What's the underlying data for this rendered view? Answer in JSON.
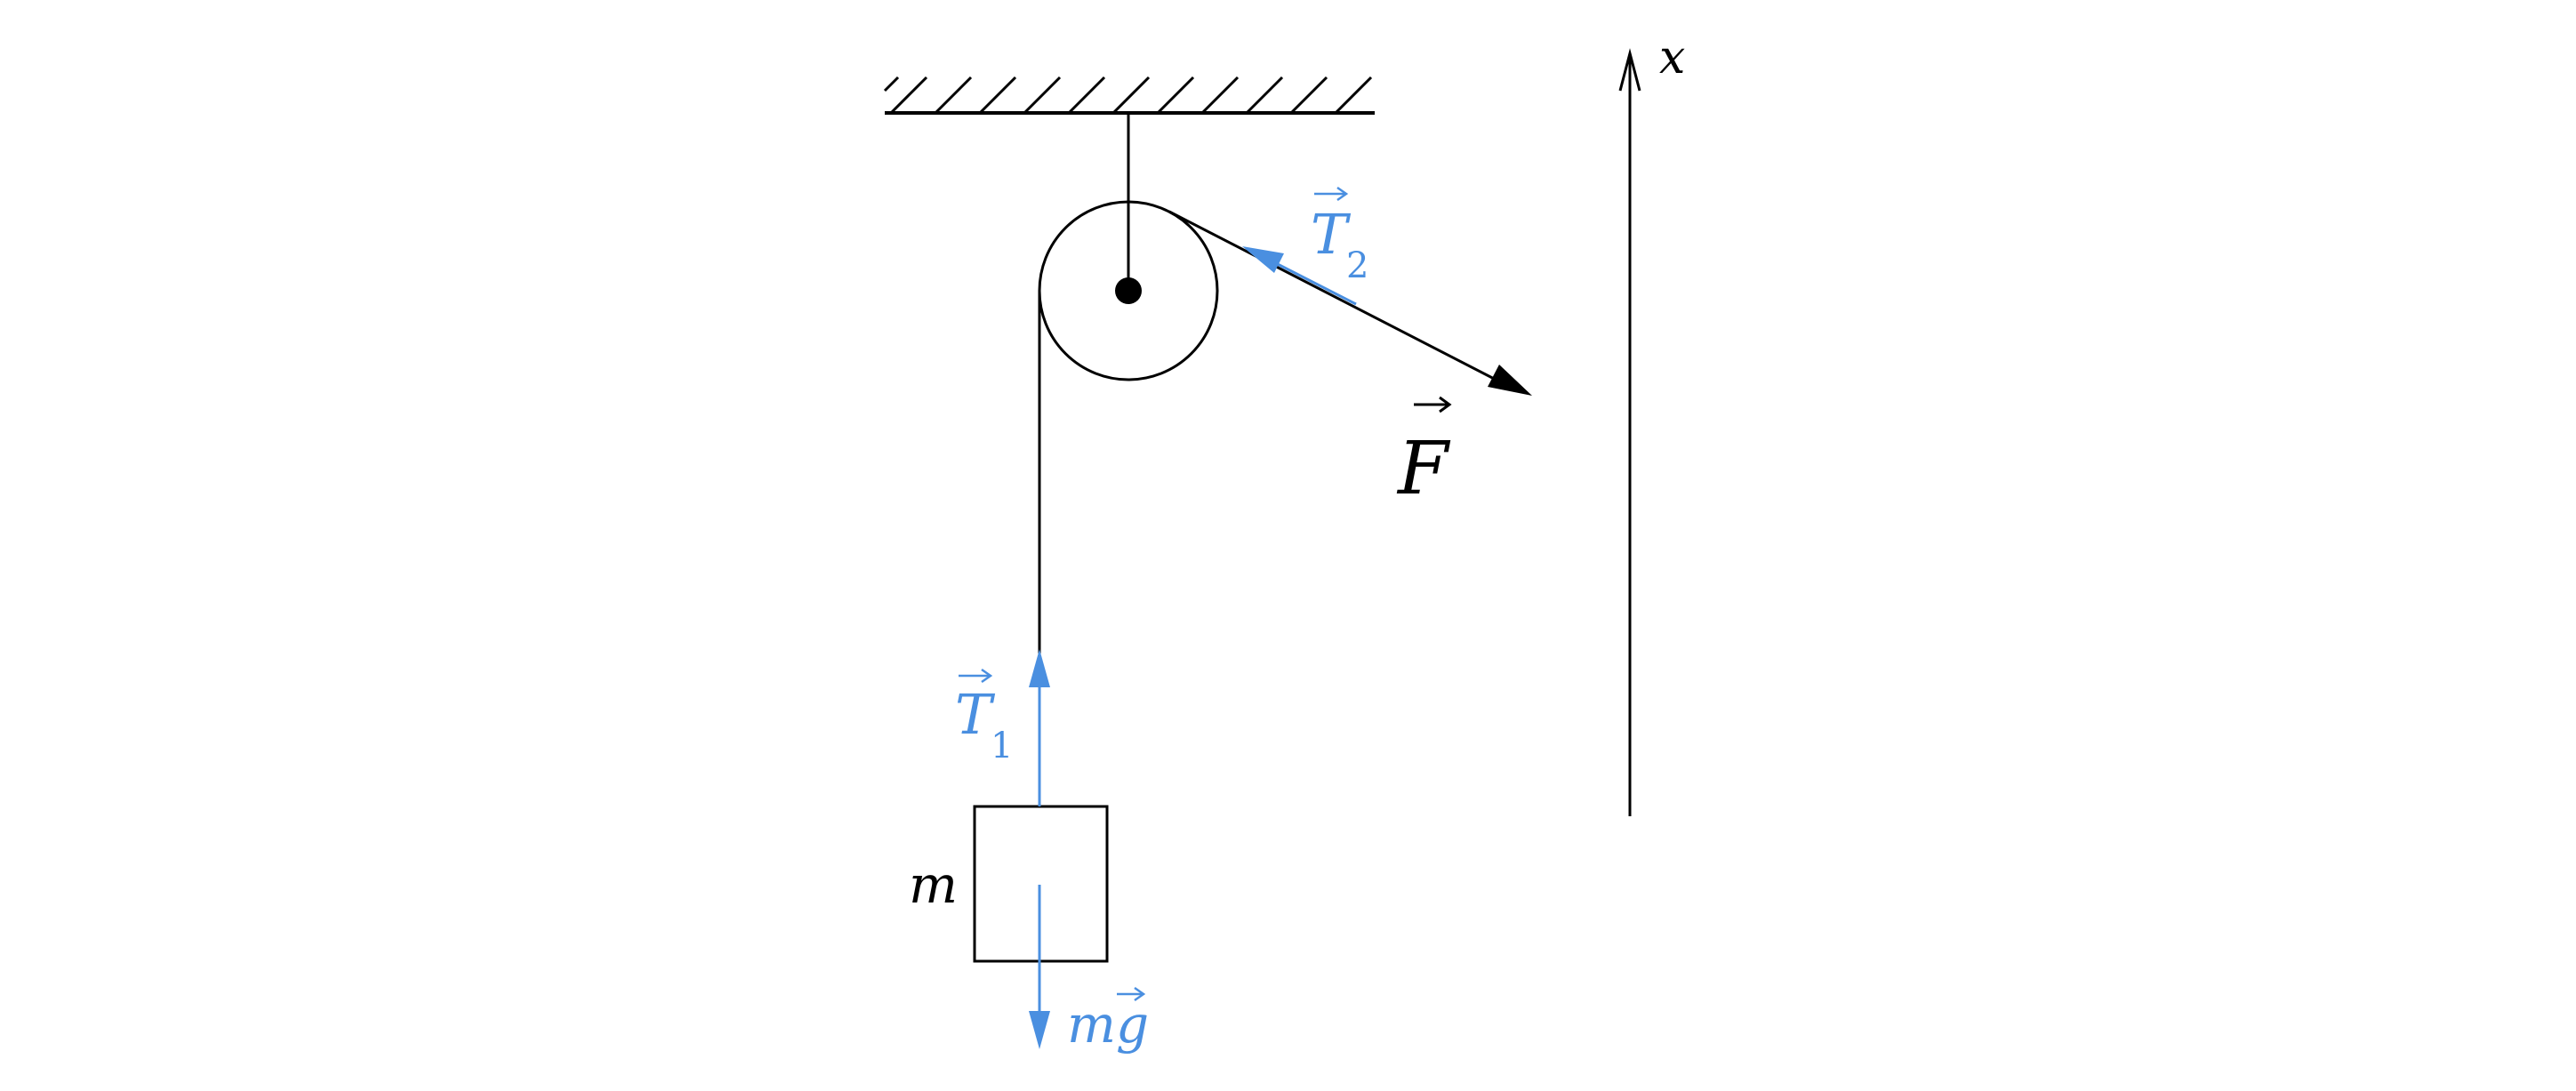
{
  "colors": {
    "ink": "#000000",
    "force_blue": "#4a8fe0",
    "background": "#ffffff"
  },
  "labels": {
    "mass": "m",
    "weight": "mg",
    "tension1_letter": "T",
    "tension1_sub": "1",
    "tension2_letter": "T",
    "tension2_sub": "2",
    "force": "F",
    "axis": "x"
  }
}
